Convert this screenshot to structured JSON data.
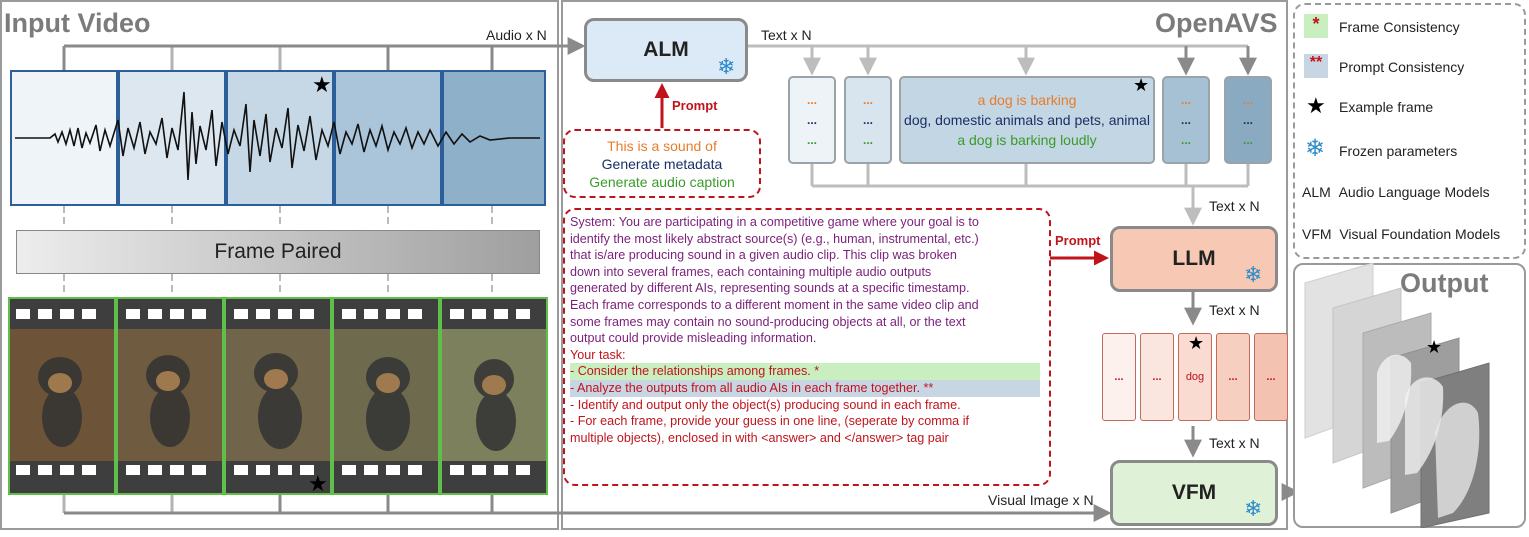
{
  "input_panel": {
    "title": "Input Video",
    "frame_paired": "Frame Paired"
  },
  "openavs_panel": {
    "title": "OpenAVS",
    "audio_label": "Audio x N",
    "text_label_alm": "Text x N",
    "text_label_to_llm": "Text x N",
    "text_label_llm_out": "Text x N",
    "text_label_to_vfm": "Text x N",
    "visual_label": "Visual Image x N",
    "prompt_label_alm": "Prompt",
    "prompt_label_llm": "Prompt",
    "alm_label": "ALM",
    "llm_label": "LLM",
    "vfm_label": "VFM"
  },
  "alm_prompt": {
    "line1": "This is a sound of",
    "line2": "Generate metadata",
    "line3": "Generate audio caption"
  },
  "text_columns": {
    "ellipsis": "...",
    "example_line1": "a dog is barking",
    "example_line2": "dog, domestic animals and pets, animal",
    "example_line3": "a dog is barking loudly"
  },
  "system_prompt": {
    "lines": [
      "System: You are participating in a competitive game where your goal is to",
      "identify the most likely abstract source(s) (e.g., human, instrumental, etc.)",
      "that is/are producing sound in a given audio clip. This clip was broken",
      "down into several frames, each containing multiple audio outputs",
      "generated by different AIs, representing sounds at a specific timestamp.",
      "Each frame corresponds to a different moment in the same video clip and",
      "some frames may contain no sound-producing objects at all, or the text",
      "output could provide misleading information."
    ],
    "task_header": "Your task:",
    "task1": "- Consider the relationships among frames. *",
    "task2": "- Analyze the outputs from all audio AIs in each frame together. **",
    "task3": "- Identify and output only the object(s) producing sound in each frame.",
    "task4a": "- For each frame, provide your guess in one line, (seperate by comma if",
    "task4b": "multiple objects), enclosed in with <answer> and </answer> tag pair"
  },
  "llm_outputs": {
    "ellipsis": "...",
    "example": "dog"
  },
  "legend": {
    "single_star": "*",
    "double_star": "**",
    "frame_consistency": "Frame Consistency",
    "prompt_consistency": "Prompt Consistency",
    "example_frame": "Example frame",
    "frozen_parameters": "Frozen parameters",
    "alm_abbr": "ALM",
    "alm_full": "Audio Language Models",
    "vfm_abbr": "VFM",
    "vfm_full": "Visual Foundation Models"
  },
  "output_panel": {
    "title": "Output"
  },
  "icons": {
    "snowflake": "snowflake-icon",
    "star": "star-icon"
  },
  "colors": {
    "alm_fill": "#dce9f7",
    "llm_fill": "#f7c9b5",
    "vfm_fill": "#dff2d8",
    "prompt_red": "#c0141c",
    "frame_green": "#5fbf4a",
    "audio_blue": "#2c5f9a"
  }
}
